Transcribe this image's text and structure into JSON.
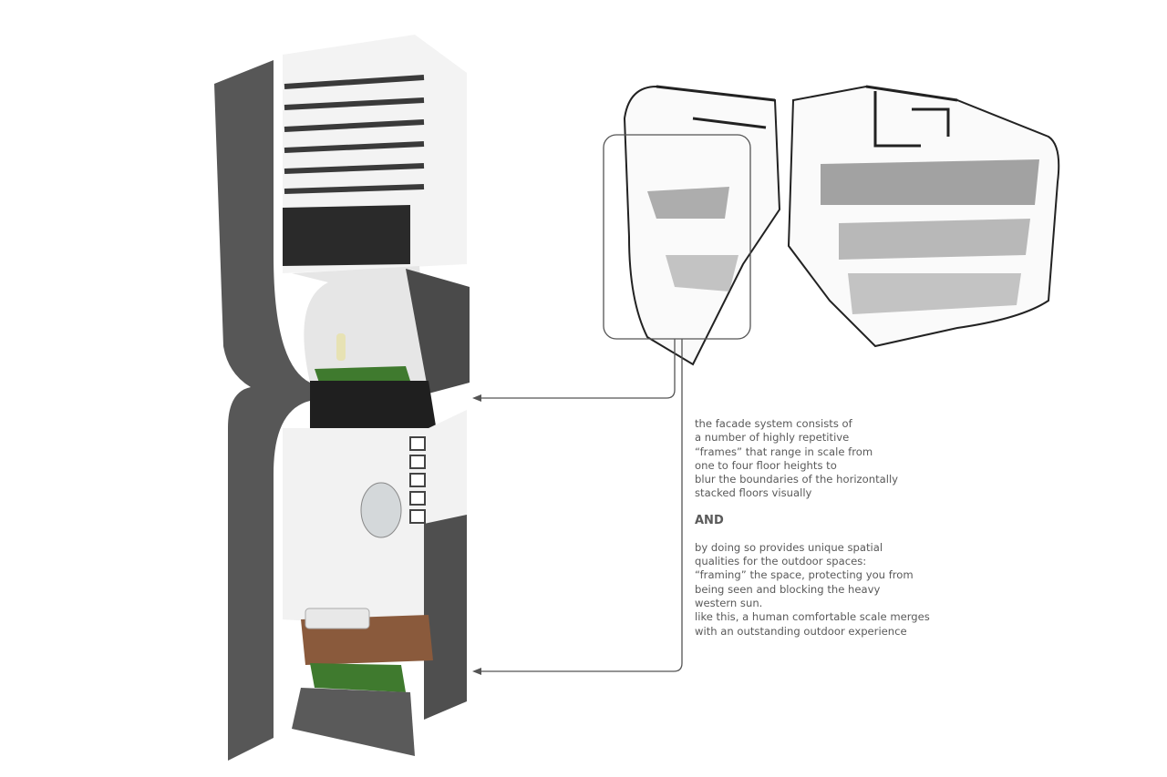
{
  "annotation": {
    "paragraph1": [
      "the facade system consists of",
      "a number of highly repetitive",
      "“frames” that range in scale from",
      "one to four floor heights to",
      "blur the boundaries of the horizontally",
      "stacked floors visually"
    ],
    "connector": "AND",
    "paragraph2": [
      "by doing so provides unique spatial",
      "qualities for the outdoor spaces:",
      "“framing” the space, protecting you from",
      "being seen and blocking the heavy",
      "western sun.",
      "like this, a human comfortable scale merges",
      "with an outstanding outdoor experience"
    ]
  },
  "colors": {
    "dark_panel": "#555555",
    "text": "#5a5a5a",
    "greenery": "#3f7a2e",
    "deck": "#8a5a3c"
  }
}
